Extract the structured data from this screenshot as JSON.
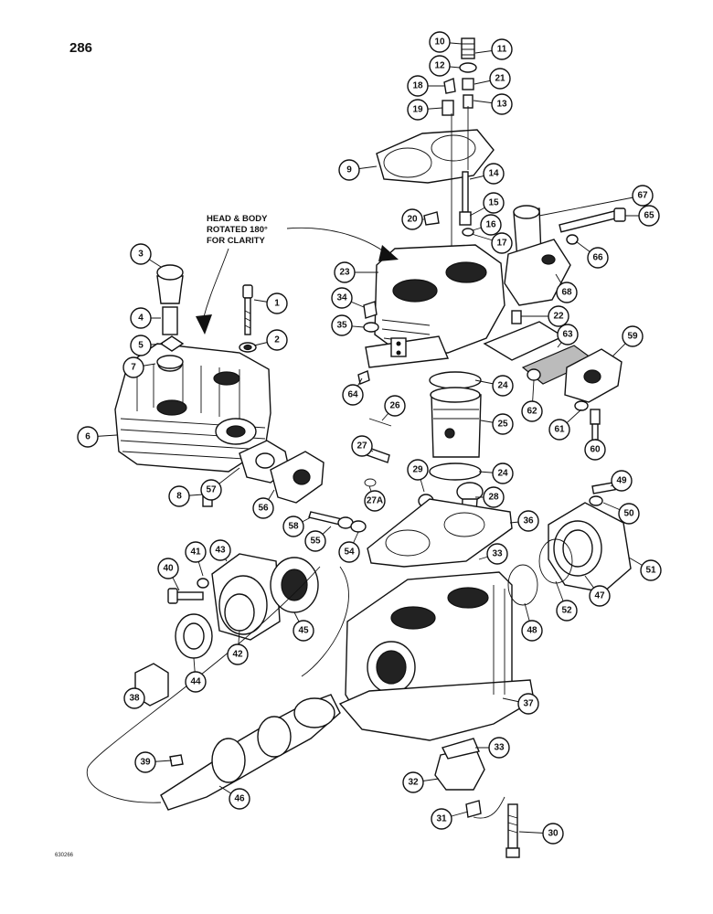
{
  "page": {
    "number": "286",
    "plate_id": "630266"
  },
  "annotation": {
    "lines": [
      "HEAD & BODY",
      "ROTATED 180°",
      "FOR CLARITY"
    ]
  },
  "callouts": [
    "1",
    "2",
    "3",
    "4",
    "5",
    "6",
    "7",
    "8",
    "9",
    "10",
    "11",
    "12",
    "13",
    "14",
    "15",
    "16",
    "17",
    "18",
    "19",
    "20",
    "21",
    "22",
    "23",
    "24",
    "24",
    "25",
    "26",
    "27",
    "27A",
    "28",
    "29",
    "30",
    "31",
    "32",
    "33",
    "33",
    "34",
    "35",
    "36",
    "37",
    "38",
    "39",
    "40",
    "41",
    "42",
    "43",
    "44",
    "45",
    "46",
    "47",
    "48",
    "49",
    "50",
    "51",
    "52",
    "54",
    "55",
    "56",
    "57",
    "58",
    "59",
    "60",
    "61",
    "62",
    "63",
    "64",
    "65",
    "66",
    "67",
    "68"
  ]
}
